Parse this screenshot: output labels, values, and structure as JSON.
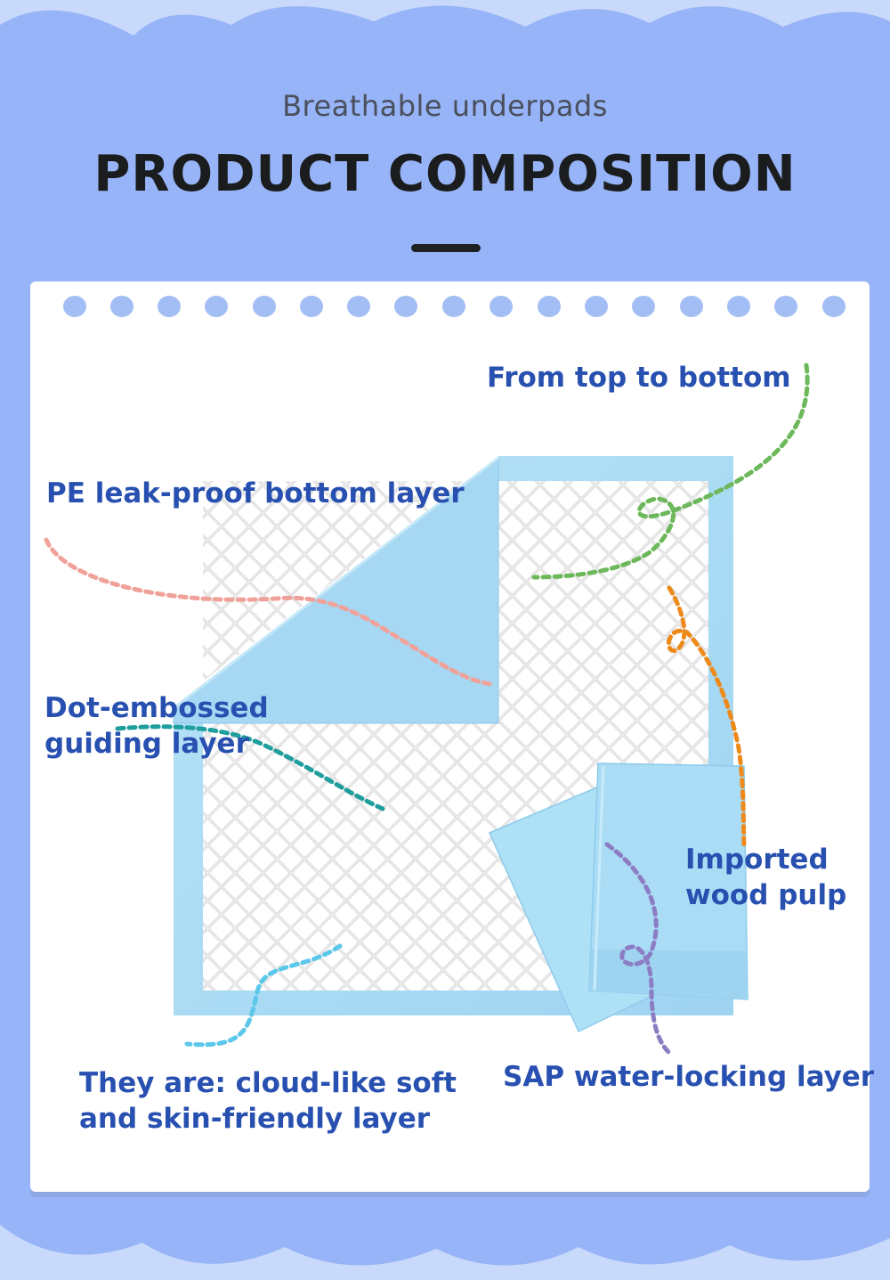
{
  "header": {
    "subtitle": "Breathable underpads",
    "title": "PRODUCT COMPOSITION"
  },
  "labels": {
    "top_to_bottom": "From top to bottom",
    "pe_layer": "PE leak-proof bottom layer",
    "dot_line1": "Dot-embossed",
    "dot_line2": "guiding layer",
    "pulp_line1": "Imported",
    "pulp_line2": "wood pulp",
    "soft_line1": "They are: cloud-like soft",
    "soft_line2": "and skin-friendly layer",
    "sap_layer": "SAP water-locking layer"
  },
  "colors": {
    "background": "#96b4f7",
    "card": "#ffffff",
    "label_text": "#2750b0",
    "pad_blue": "#a9dcf5",
    "leader_green": "#6cb85a",
    "leader_pink": "#f0a29a",
    "leader_orange": "#ee8a1a",
    "leader_teal": "#1e9e9c",
    "leader_cyan": "#5bc7ea",
    "leader_purple": "#8c7cc4"
  }
}
